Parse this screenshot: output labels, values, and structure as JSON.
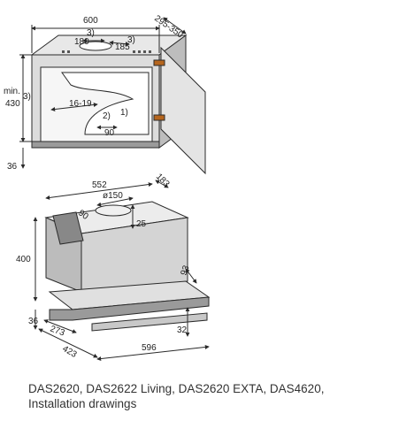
{
  "caption": {
    "line1": "DAS2620, DAS2622 Living, DAS2620 EXTA, DAS4620,",
    "line2": "Installation drawings"
  },
  "top_drawing": {
    "dims": {
      "width": "600",
      "depth": "295-350",
      "cutout_a": "180",
      "note_3": "3)",
      "cutout_b": "185",
      "note_3b": "3)",
      "min_label": "min.",
      "height": "430",
      "note_3c": "3)",
      "side": "16-19",
      "note_2": "2)",
      "note_1": "1)",
      "inner": "90",
      "bottom": "36"
    }
  },
  "bottom_drawing": {
    "dims": {
      "width": "552",
      "depth": "183",
      "diameter": "ø150",
      "offset": "90",
      "height_small": "25",
      "height": "400",
      "front": "93",
      "bottom": "36",
      "side_a": "273",
      "panel": "32",
      "side_b": "423",
      "full_width": "596"
    }
  },
  "colors": {
    "line": "#2a2a2a",
    "cabinet": "#d9d9d9",
    "hood": "#cfcfcf",
    "shadow": "#9a9a9a"
  }
}
